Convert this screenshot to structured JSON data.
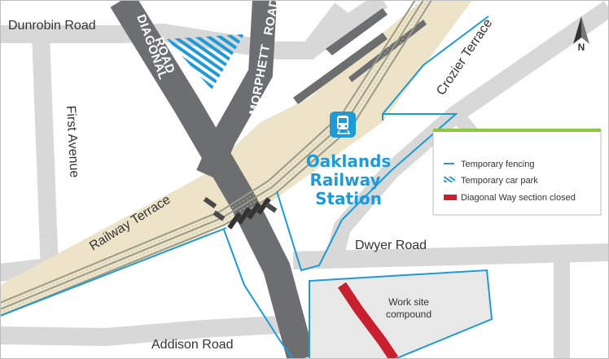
{
  "roads": {
    "dunrobin": "Dunrobin Road",
    "diagonal_line1": "DIAGONAL",
    "diagonal_line2": "ROAD",
    "morphett_line1": "MORPHETT",
    "morphett_line2": "ROAD",
    "first_avenue": "First Avenue",
    "railway_terrace": "Railway Terrace",
    "crozier_terrace": "Crozier Terrace",
    "dwyer": "Dwyer Road",
    "addison": "Addison Road"
  },
  "station": {
    "line1": "Oaklands",
    "line2": "Railway",
    "line3": "Station",
    "icon": "train-icon"
  },
  "work_site": {
    "line1": "Work site",
    "line2": "compound"
  },
  "legend": {
    "items": [
      {
        "label": "Temporary fencing",
        "swatch": "line",
        "color": "#1e9ad6"
      },
      {
        "label": "Temporary car park",
        "swatch": "hatch",
        "color": "#1e9ad6"
      },
      {
        "label": "Diagonal Way section closed",
        "swatch": "bar",
        "color": "#c8202f"
      }
    ],
    "accent_color": "#8dc63f"
  },
  "north_arrow": {
    "label": "N",
    "icon": "north-arrow-icon"
  },
  "colors": {
    "road_major": "#6d6e70",
    "road_minor": "#d8d8d8",
    "rail_corridor": "#ede3c8",
    "fencing": "#1e9ad6",
    "closed_section": "#c8202f",
    "work_site_fill": "#e8e8e8"
  }
}
